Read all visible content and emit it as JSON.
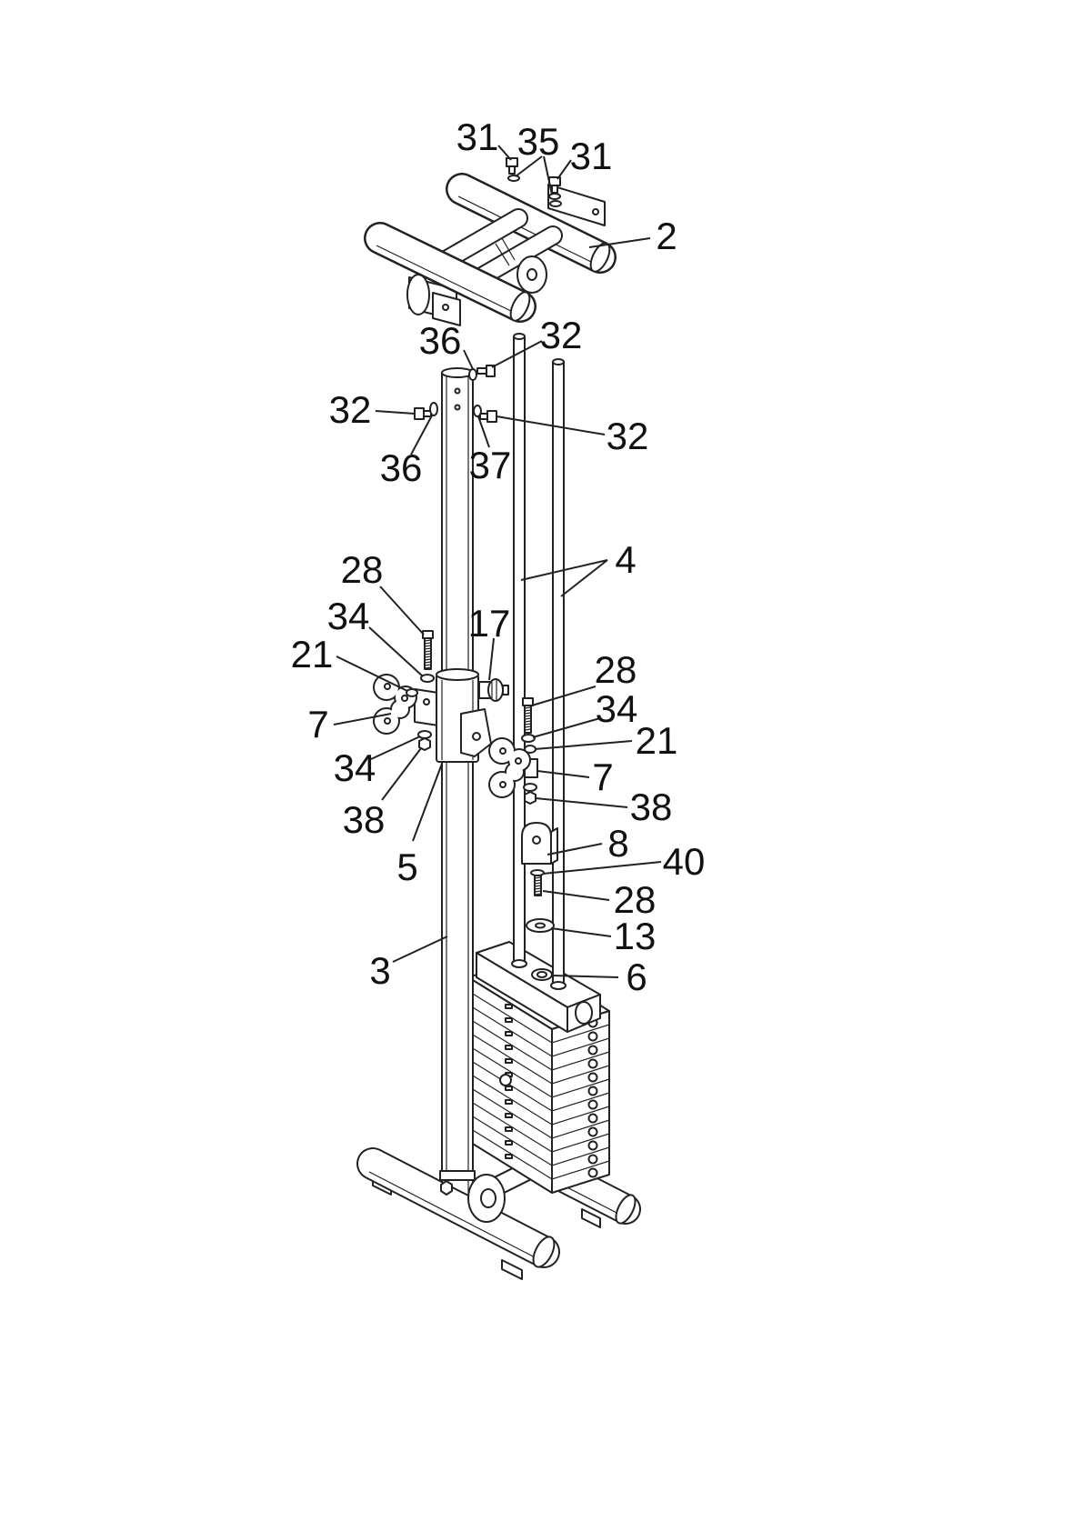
{
  "diagram": {
    "callouts": [
      {
        "label": "31"
      },
      {
        "label": "35"
      },
      {
        "label": "31"
      },
      {
        "label": "2"
      },
      {
        "label": "36"
      },
      {
        "label": "32"
      },
      {
        "label": "32"
      },
      {
        "label": "32"
      },
      {
        "label": "36"
      },
      {
        "label": "37"
      },
      {
        "label": "4"
      },
      {
        "label": "28"
      },
      {
        "label": "34"
      },
      {
        "label": "17"
      },
      {
        "label": "21"
      },
      {
        "label": "28"
      },
      {
        "label": "7"
      },
      {
        "label": "34"
      },
      {
        "label": "21"
      },
      {
        "label": "34"
      },
      {
        "label": "7"
      },
      {
        "label": "38"
      },
      {
        "label": "38"
      },
      {
        "label": "8"
      },
      {
        "label": "40"
      },
      {
        "label": "5"
      },
      {
        "label": "28"
      },
      {
        "label": "13"
      },
      {
        "label": "3"
      },
      {
        "label": "6"
      }
    ]
  }
}
